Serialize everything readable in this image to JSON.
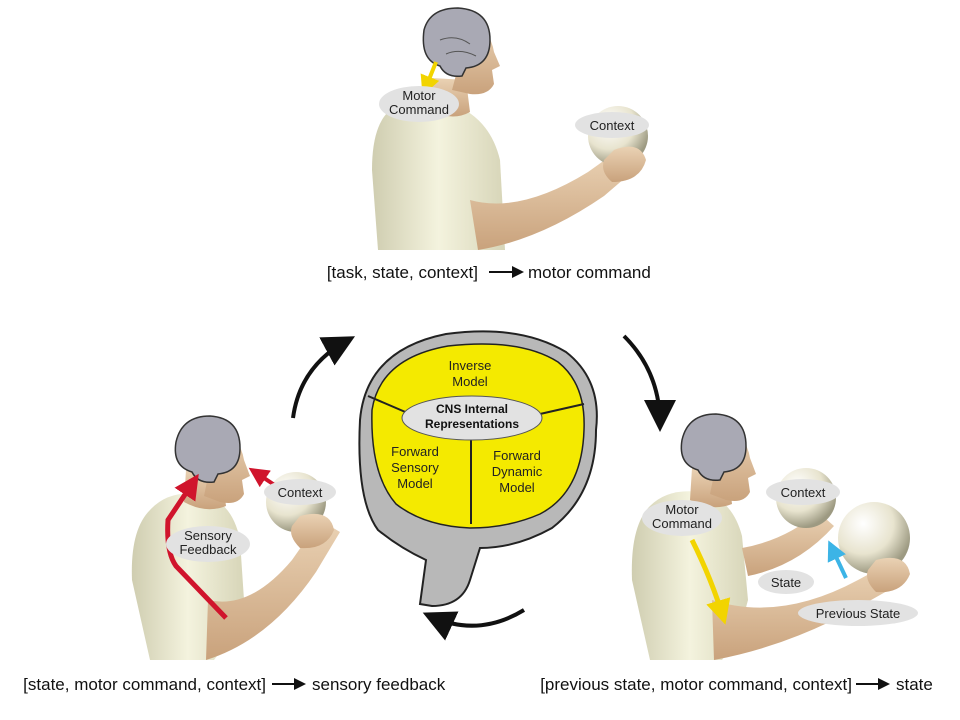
{
  "colors": {
    "skin": "#e3c7a6",
    "skin_shade": "#c9a27c",
    "shirt": "#ecebd2",
    "shirt_shade": "#cfcdb0",
    "brain": "#a9a9b4",
    "ball": "#e8e4cf",
    "label_pill": "#e2e2e2",
    "cns_yellow": "#f4ea00",
    "cns_grey": "#b8b8b8",
    "arrow_yellow": "#f2d400",
    "arrow_red": "#d0142c",
    "arrow_blue": "#3cb4e6",
    "cycle_arrow": "#111111"
  },
  "top_figure": {
    "labels": {
      "motor_command": [
        "Motor",
        "Command"
      ],
      "context": "Context"
    },
    "caption": {
      "left": "[task, state, context]",
      "right": "motor command"
    }
  },
  "left_figure": {
    "labels": {
      "context": "Context",
      "sensory_feedback": [
        "Sensory",
        "Feedback"
      ]
    },
    "caption": {
      "left": "[state, motor command, context]",
      "right": "sensory feedback"
    }
  },
  "right_figure": {
    "labels": {
      "context": "Context",
      "motor_command": [
        "Motor",
        "Command"
      ],
      "state": "State",
      "previous_state": "Previous State"
    },
    "caption": {
      "left": "[previous state, motor command, context]",
      "right": "state"
    }
  },
  "cns": {
    "center": [
      "CNS Internal",
      "Representations"
    ],
    "inverse_model": [
      "Inverse",
      "Model"
    ],
    "forward_sensory_model": [
      "Forward",
      "Sensory",
      "Model"
    ],
    "forward_dynamic_model": [
      "Forward",
      "Dynamic",
      "Model"
    ]
  }
}
